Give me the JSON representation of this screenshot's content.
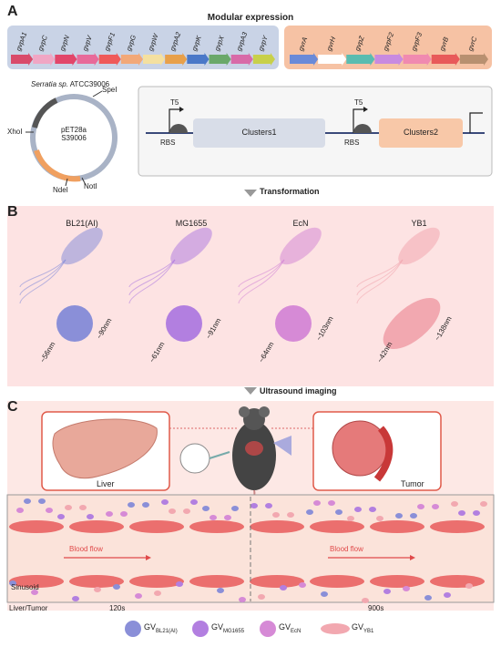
{
  "panel_a": {
    "letter": "A",
    "title": "Modular expression",
    "cluster1_genes": [
      "gvpA1",
      "gvpC",
      "gvpN",
      "gvpV",
      "gvpF1",
      "gvpG",
      "gvpW",
      "gvpA2",
      "gvpK",
      "gvpX",
      "gvpA3",
      "gvpY"
    ],
    "cluster2_genes": [
      "gvrA",
      "gvrH",
      "gvpZ",
      "gvpF2",
      "gvpF3",
      "gvrB",
      "gvrC"
    ],
    "organism_italic": "Serratia sp.",
    "organism_strain": "ATCC39006",
    "plasmid_name_line1": "pET28a",
    "plasmid_name_line2": "S39006",
    "site_spel": "SpeI",
    "site_xhol": "XhoI",
    "site_ndel": "NdeI",
    "site_notl": "NotI",
    "promoter1": "T5",
    "promoter2": "T5",
    "rbs1": "RBS",
    "rbs2": "RBS",
    "cluster1_box": "Clusters1",
    "cluster2_box": "Clusters2"
  },
  "arrow1_label": "Transformation",
  "panel_b": {
    "letter": "B",
    "strains": [
      {
        "name": "BL21(AI)",
        "width_label": "~56nm",
        "length_label": "~90nm",
        "color": "#8a8fd8"
      },
      {
        "name": "MG1655",
        "width_label": "~61nm",
        "length_label": "~91nm",
        "color": "#b27fe0"
      },
      {
        "name": "EcN",
        "width_label": "~64nm",
        "length_label": "~103nm",
        "color": "#d68ad6"
      },
      {
        "name": "YB1",
        "width_label": "~42nm",
        "length_label": "~138nm",
        "color": "#f2a8b0"
      }
    ]
  },
  "arrow2_label": "Ultrasound imaging",
  "panel_c": {
    "letter": "C",
    "liver_label": "Liver",
    "tumor_label": "Tumor",
    "blood_flow_left": "Blood flow",
    "blood_flow_right": "Blood flow",
    "sinusoid_label": "Sinusoid",
    "liver_tumor_label": "Liver/Tumor",
    "time_left": "120s",
    "time_right": "900s"
  },
  "legend": [
    {
      "base": "GV",
      "sub": "BL21(AI)",
      "color": "#8a8fd8"
    },
    {
      "base": "GV",
      "sub": "MG1655",
      "color": "#b27fe0"
    },
    {
      "base": "GV",
      "sub": "EcN",
      "color": "#d68ad6"
    },
    {
      "base": "GV",
      "sub": "YB1",
      "color": "#f2a8b0"
    }
  ],
  "colors": {
    "cluster1_bg": "#c9d3e6",
    "cluster2_bg": "#f6c2a4",
    "panel_b_bg": "#fde3e3",
    "panel_c_bg": "#fde8e5",
    "vessel_cell": "#e85a5a"
  }
}
